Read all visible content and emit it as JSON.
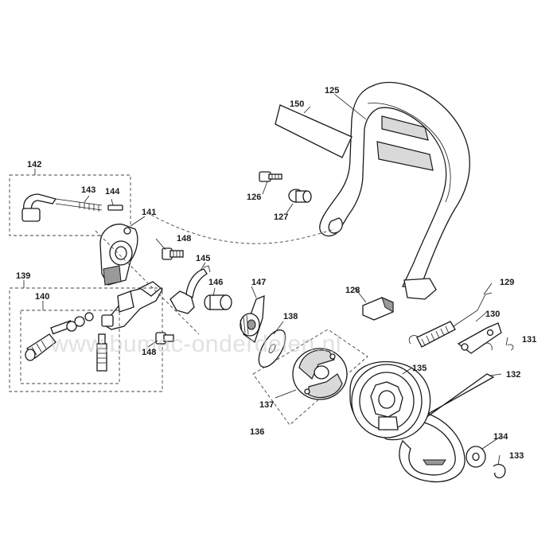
{
  "watermark": "www.bumac-onderdelen.nl",
  "labels": {
    "p125": "125",
    "p126": "126",
    "p127": "127",
    "p128": "128",
    "p129": "129",
    "p130": "130",
    "p131": "131",
    "p132": "132",
    "p133": "133",
    "p134": "134",
    "p135": "135",
    "p136": "136",
    "p137": "137",
    "p138": "138",
    "p139": "139",
    "p140": "140",
    "p141": "141",
    "p142": "142",
    "p143": "143",
    "p144": "144",
    "p145": "145",
    "p146": "146",
    "p147": "147",
    "p148a": "148",
    "p148b": "148",
    "p150": "150"
  }
}
